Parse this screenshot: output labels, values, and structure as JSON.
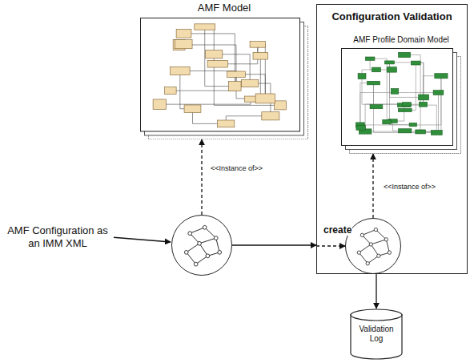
{
  "diagram": {
    "nodes": [
      {
        "text": [
          "AMF Model"
        ]
      },
      {
        "text": []
      },
      {
        "text": [
          "Configuration Validation"
        ]
      },
      {
        "text": [
          "AMF Profile Domain Model"
        ],
        "in": 2
      },
      {
        "text": [],
        "in": 2
      },
      {
        "text": [
          "Validation Log"
        ]
      }
    ],
    "edges": [
      {
        "from": 1,
        "to": 0,
        "arrow": "to",
        "label": "<<Instance of>>"
      },
      {
        "from": 1,
        "to": 2,
        "arrow": "to"
      },
      {
        "from": 2,
        "to": 4,
        "arrow": "to",
        "label": "create"
      },
      {
        "from": 4,
        "to": 3,
        "arrow": "to",
        "label": "<<Instance of>>"
      },
      {
        "from": 2,
        "to": 5,
        "arrow": "to"
      }
    ],
    "labels": [
      "AMF Configuration as an IMM XML"
    ]
  }
}
